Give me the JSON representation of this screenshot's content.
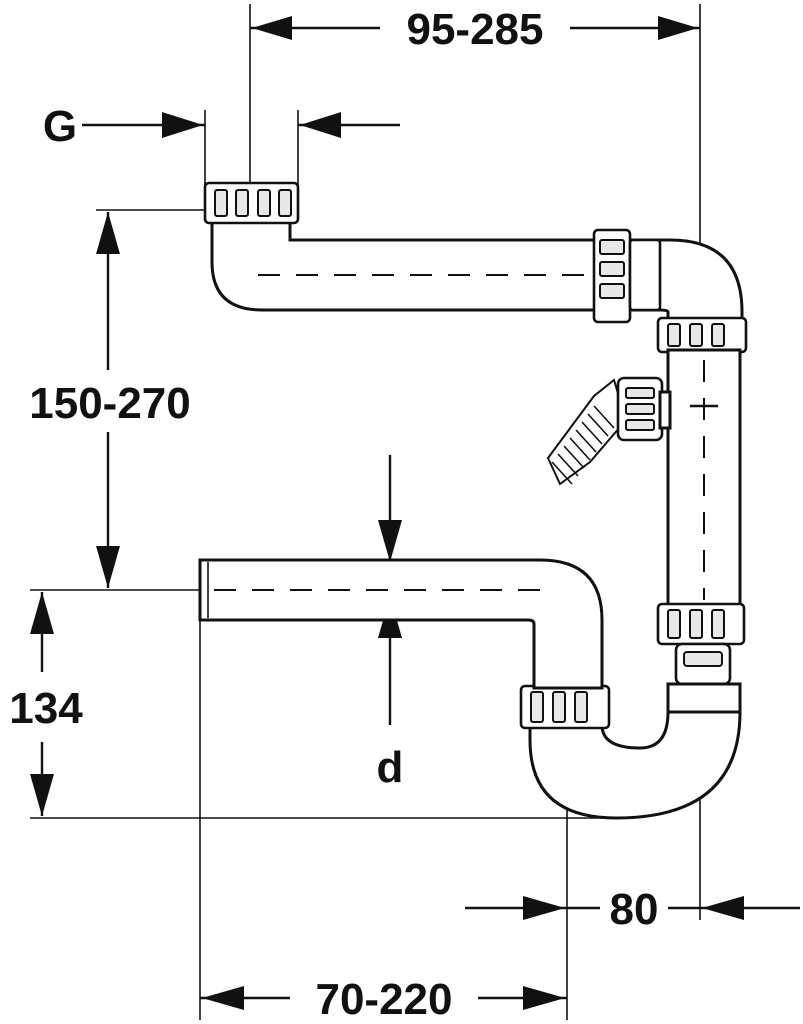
{
  "dimensions": {
    "top_span": "95-285",
    "tailpiece_width": "G",
    "upper_height": "150-270",
    "pipe_diameter_top": "d",
    "pipe_diameter_bottom": "d",
    "lower_height": "134",
    "outlet_offset": "80",
    "bottom_span": "70-220"
  }
}
